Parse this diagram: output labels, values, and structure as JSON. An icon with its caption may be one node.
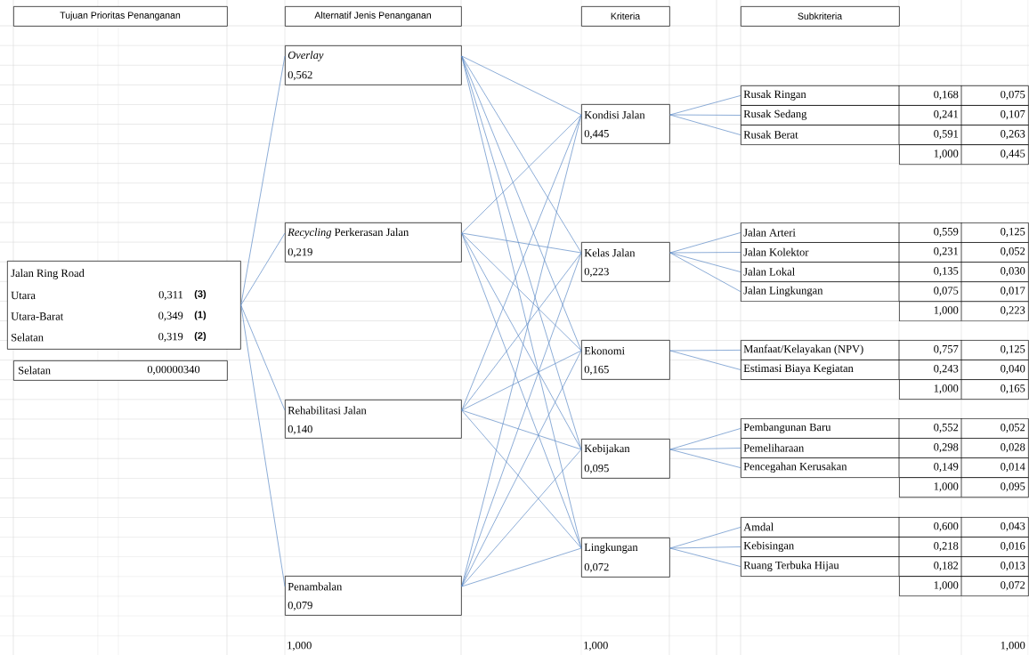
{
  "diagram": {
    "nodes": [
      {
        "text": [
          "Tujuan Prioritas Penanganan"
        ]
      },
      {
        "text": [
          "Alternatif Jenis Penanganan"
        ]
      },
      {
        "text": [
          "Kriteria"
        ]
      },
      {
        "text": [
          "Subkriteria"
        ]
      },
      {
        "text": [
          "Jalan Ring Road",
          "Utara",
          "0,311",
          "(3)",
          "Utara-Barat",
          "0,349",
          "(1)",
          "Selatan",
          "0,319",
          "(2)"
        ]
      },
      {
        "text": [
          "Selatan",
          "0,00000340"
        ]
      },
      {
        "text": [
          "Overlay",
          "0,562"
        ]
      },
      {
        "text": [
          "*Recycling* Perkerasan Jalan",
          "0,219"
        ]
      },
      {
        "text": [
          "Rehabilitasi Jalan",
          "0,140"
        ]
      },
      {
        "text": [
          "Penambalan",
          "0,079"
        ]
      },
      {
        "text": [
          "Kondisi Jalan",
          "0,445"
        ]
      },
      {
        "text": [
          "Kelas Jalan",
          "0,223"
        ]
      },
      {
        "text": [
          "Ekonomi",
          "0,165"
        ]
      },
      {
        "text": [
          "Kebijakan",
          "0,095"
        ]
      },
      {
        "text": [
          "Lingkungan",
          "0,072"
        ]
      },
      {
        "text": [
          "Rusak Ringan",
          "0,168",
          "0,075"
        ]
      },
      {
        "text": [
          "Rusak Sedang",
          "0,241",
          "0,107"
        ]
      },
      {
        "text": [
          "Rusak Berat",
          "0,591",
          "0,263"
        ]
      },
      {
        "text": [
          "1,000",
          "0,445"
        ]
      },
      {
        "text": [
          "Jalan Arteri",
          "0,559",
          "0,125"
        ]
      },
      {
        "text": [
          "Jalan Kolektor",
          "0,231",
          "0,052"
        ]
      },
      {
        "text": [
          "Jalan Lokal",
          "0,135",
          "0,030"
        ]
      },
      {
        "text": [
          "Jalan Lingkungan",
          "0,075",
          "0,017"
        ]
      },
      {
        "text": [
          "1,000",
          "0,223"
        ]
      },
      {
        "text": [
          "Manfaat/Kelayakan (NPV)",
          "0,757",
          "0,125"
        ]
      },
      {
        "text": [
          "Estimasi Biaya Kegiatan",
          "0,243",
          "0,040"
        ]
      },
      {
        "text": [
          "1,000",
          "0,165"
        ]
      },
      {
        "text": [
          "Pembangunan Baru",
          "0,552",
          "0,052"
        ]
      },
      {
        "text": [
          "Pemeliharaan",
          "0,298",
          "0,028"
        ]
      },
      {
        "text": [
          "Pencegahan Kerusakan",
          "0,149",
          "0,014"
        ]
      },
      {
        "text": [
          "1,000",
          "0,095"
        ]
      },
      {
        "text": [
          "Amdal",
          "0,600",
          "0,043"
        ]
      },
      {
        "text": [
          "Kebisingan",
          "0,218",
          "0,016"
        ]
      },
      {
        "text": [
          "Ruang Terbuka Hijau",
          "0,182",
          "0,013"
        ]
      },
      {
        "text": [
          "1,000",
          "0,072"
        ]
      }
    ],
    "edges": [
      {
        "from": 4,
        "to": 6,
        "arrow": "none"
      },
      {
        "from": 4,
        "to": 7,
        "arrow": "none"
      },
      {
        "from": 4,
        "to": 8,
        "arrow": "none"
      },
      {
        "from": 4,
        "to": 9,
        "arrow": "none"
      },
      {
        "from": 6,
        "to": 10,
        "arrow": "none"
      },
      {
        "from": 6,
        "to": 11,
        "arrow": "none"
      },
      {
        "from": 6,
        "to": 12,
        "arrow": "none"
      },
      {
        "from": 6,
        "to": 13,
        "arrow": "none"
      },
      {
        "from": 6,
        "to": 14,
        "arrow": "none"
      },
      {
        "from": 7,
        "to": 10,
        "arrow": "none"
      },
      {
        "from": 7,
        "to": 11,
        "arrow": "none"
      },
      {
        "from": 7,
        "to": 12,
        "arrow": "none"
      },
      {
        "from": 7,
        "to": 13,
        "arrow": "none"
      },
      {
        "from": 7,
        "to": 14,
        "arrow": "none"
      },
      {
        "from": 8,
        "to": 10,
        "arrow": "none"
      },
      {
        "from": 8,
        "to": 11,
        "arrow": "none"
      },
      {
        "from": 8,
        "to": 12,
        "arrow": "none"
      },
      {
        "from": 8,
        "to": 13,
        "arrow": "none"
      },
      {
        "from": 8,
        "to": 14,
        "arrow": "none"
      },
      {
        "from": 9,
        "to": 10,
        "arrow": "none"
      },
      {
        "from": 9,
        "to": 11,
        "arrow": "none"
      },
      {
        "from": 9,
        "to": 12,
        "arrow": "none"
      },
      {
        "from": 9,
        "to": 13,
        "arrow": "none"
      },
      {
        "from": 9,
        "to": 14,
        "arrow": "none"
      },
      {
        "from": 10,
        "to": 15,
        "arrow": "none"
      },
      {
        "from": 10,
        "to": 16,
        "arrow": "none"
      },
      {
        "from": 10,
        "to": 17,
        "arrow": "none"
      },
      {
        "from": 11,
        "to": 19,
        "arrow": "none"
      },
      {
        "from": 11,
        "to": 20,
        "arrow": "none"
      },
      {
        "from": 11,
        "to": 21,
        "arrow": "none"
      },
      {
        "from": 11,
        "to": 22,
        "arrow": "none"
      },
      {
        "from": 12,
        "to": 24,
        "arrow": "none"
      },
      {
        "from": 12,
        "to": 25,
        "arrow": "none"
      },
      {
        "from": 13,
        "to": 27,
        "arrow": "none"
      },
      {
        "from": 13,
        "to": 28,
        "arrow": "none"
      },
      {
        "from": 13,
        "to": 29,
        "arrow": "none"
      },
      {
        "from": 14,
        "to": 31,
        "arrow": "none"
      },
      {
        "from": 14,
        "to": 32,
        "arrow": "none"
      },
      {
        "from": 14,
        "to": 33,
        "arrow": "none"
      }
    ],
    "labels": [
      "1,000",
      "1,000",
      "1,000"
    ]
  }
}
